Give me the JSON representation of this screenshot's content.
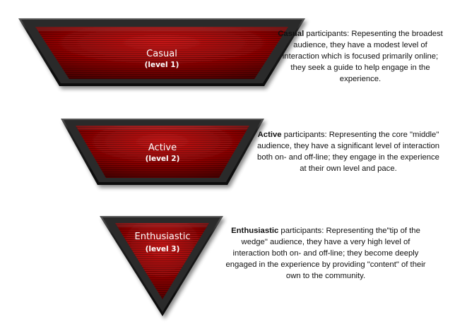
{
  "tiers": [
    {
      "name": "Casual",
      "level": "(level 1)",
      "desc_term": "Casual",
      "desc_rest": " participants: Repesenting the broadest audience, they have a modest level of interaction which is focused primarily online; they seek a guide to help engage in the experience."
    },
    {
      "name": "Active",
      "level": "(level 2)",
      "desc_term": "Active",
      "desc_rest": " participants:  Representing the core \"middle\" audience, they have a significant level of interaction both on- and off-line; they engage in the experience at their own level and pace."
    },
    {
      "name": "Enthusiastic",
      "level": "(level 3)",
      "desc_term": "Enthusiastic",
      "desc_rest": " participants:  Representing the\"tip of the wedge\" audience, they have a very high level of interaction both on- and off-line; they become deeply engaged in the experience by providing \"content\" of their own to the community."
    }
  ],
  "colors": {
    "frame_outer": "#101010",
    "frame_mid": "#3a3a3a",
    "fill_light": "#c81818",
    "fill_dark": "#5a0000",
    "stripe": "#000000"
  }
}
